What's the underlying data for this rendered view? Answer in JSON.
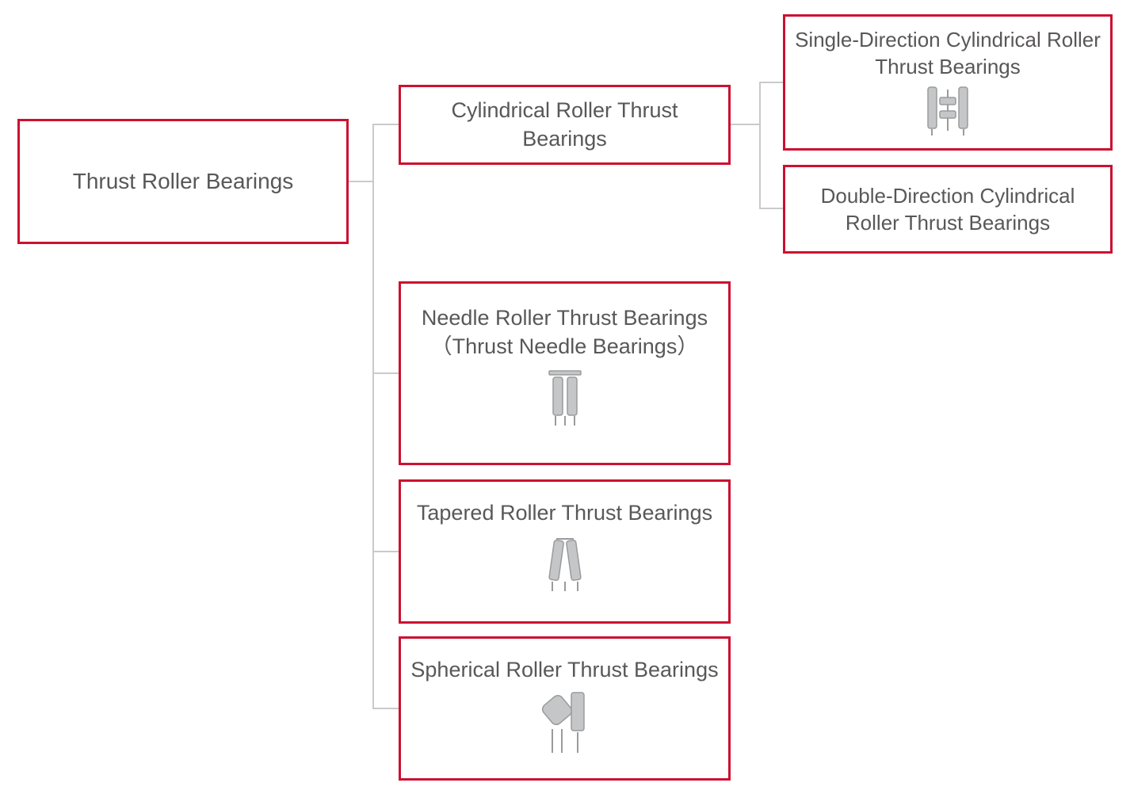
{
  "colors": {
    "accent": "#cc1130",
    "text": "#595757",
    "line": "#c9caca",
    "icon-fill": "#c5c6c8",
    "icon-stroke": "#9a9b9c"
  },
  "diagram": {
    "root": {
      "label": "Thrust Roller Bearings"
    },
    "children": [
      {
        "label": "Cylindrical Roller Thrust Bearings",
        "children": [
          {
            "label": "Single-Direction Cylindrical Roller Thrust Bearings",
            "icon": "single-direction-cylindrical-roller-thrust-bearing-icon"
          },
          {
            "label": "Double-Direction Cylindrical Roller Thrust Bearings"
          }
        ]
      },
      {
        "label": "Needle Roller Thrust Bearings",
        "sublabel": "（Thrust Needle Bearings）",
        "icon": "needle-roller-thrust-bearing-icon"
      },
      {
        "label": "Tapered Roller Thrust Bearings",
        "icon": "tapered-roller-thrust-bearing-icon"
      },
      {
        "label": "Spherical Roller Thrust Bearings",
        "icon": "spherical-roller-thrust-bearing-icon"
      }
    ]
  }
}
